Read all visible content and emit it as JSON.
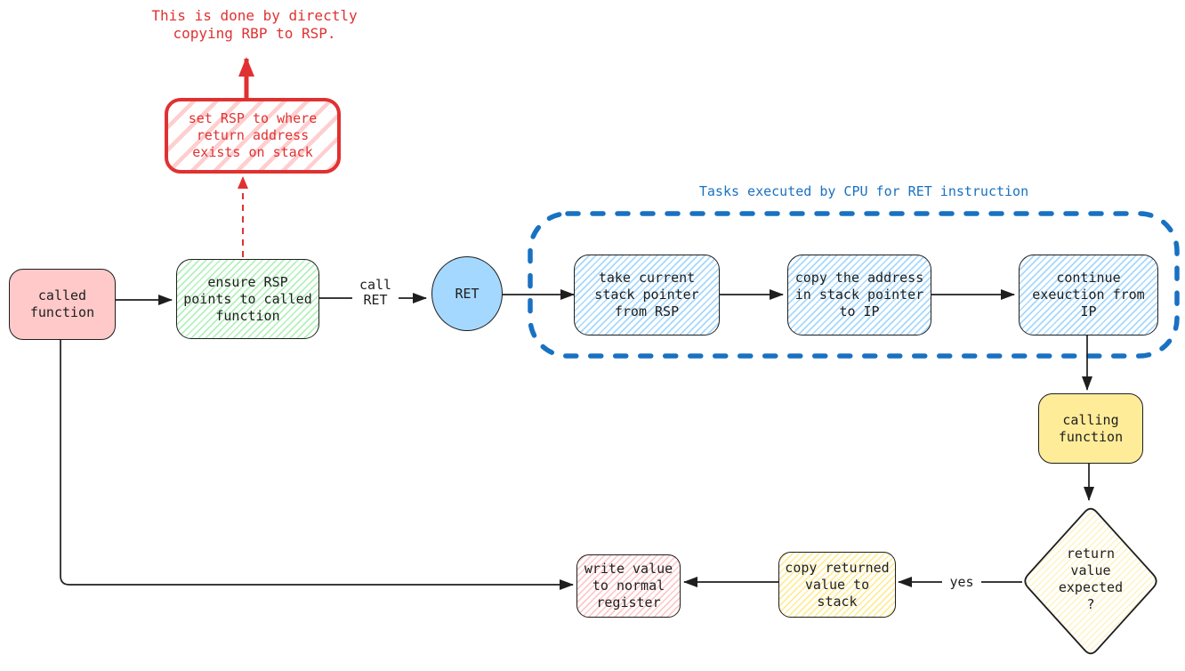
{
  "colors": {
    "ink": "#1e1e1e",
    "red": "#e03131",
    "pink_fill": "#ffc9c9",
    "green_hatch": "#b2f2bb",
    "blue_fill": "#a5d8ff",
    "blue_accent": "#1971c2",
    "yellow_fill": "#ffec99"
  },
  "annotation": {
    "line1": "This is done by directly",
    "line2": "copying RBP to RSP."
  },
  "group_label": "Tasks executed by CPU for RET instruction",
  "edge_labels": {
    "call_line1": "call",
    "call_line2": "RET",
    "yes": "yes"
  },
  "nodes": {
    "set_rsp": {
      "lines": [
        "set RSP to where",
        "return address",
        "exists on stack"
      ]
    },
    "called_function": {
      "lines": [
        "called",
        "function"
      ]
    },
    "ensure_rsp": {
      "lines": [
        "ensure RSP",
        "points to called",
        "function"
      ]
    },
    "ret": {
      "label": "RET"
    },
    "take_current": {
      "lines": [
        "take current",
        "stack pointer",
        "from RSP"
      ]
    },
    "copy_address": {
      "lines": [
        "copy the address",
        "in stack pointer",
        "to IP"
      ]
    },
    "continue_execution": {
      "lines": [
        "continue",
        "exeuction from",
        "IP"
      ]
    },
    "calling_function": {
      "lines": [
        "calling",
        "function"
      ]
    },
    "return_value_expected": {
      "lines": [
        "return",
        "value",
        "expected",
        "?"
      ]
    },
    "copy_returned": {
      "lines": [
        "copy returned",
        "value to",
        "stack"
      ]
    },
    "write_value": {
      "lines": [
        "write value",
        "to normal",
        "register"
      ]
    }
  }
}
